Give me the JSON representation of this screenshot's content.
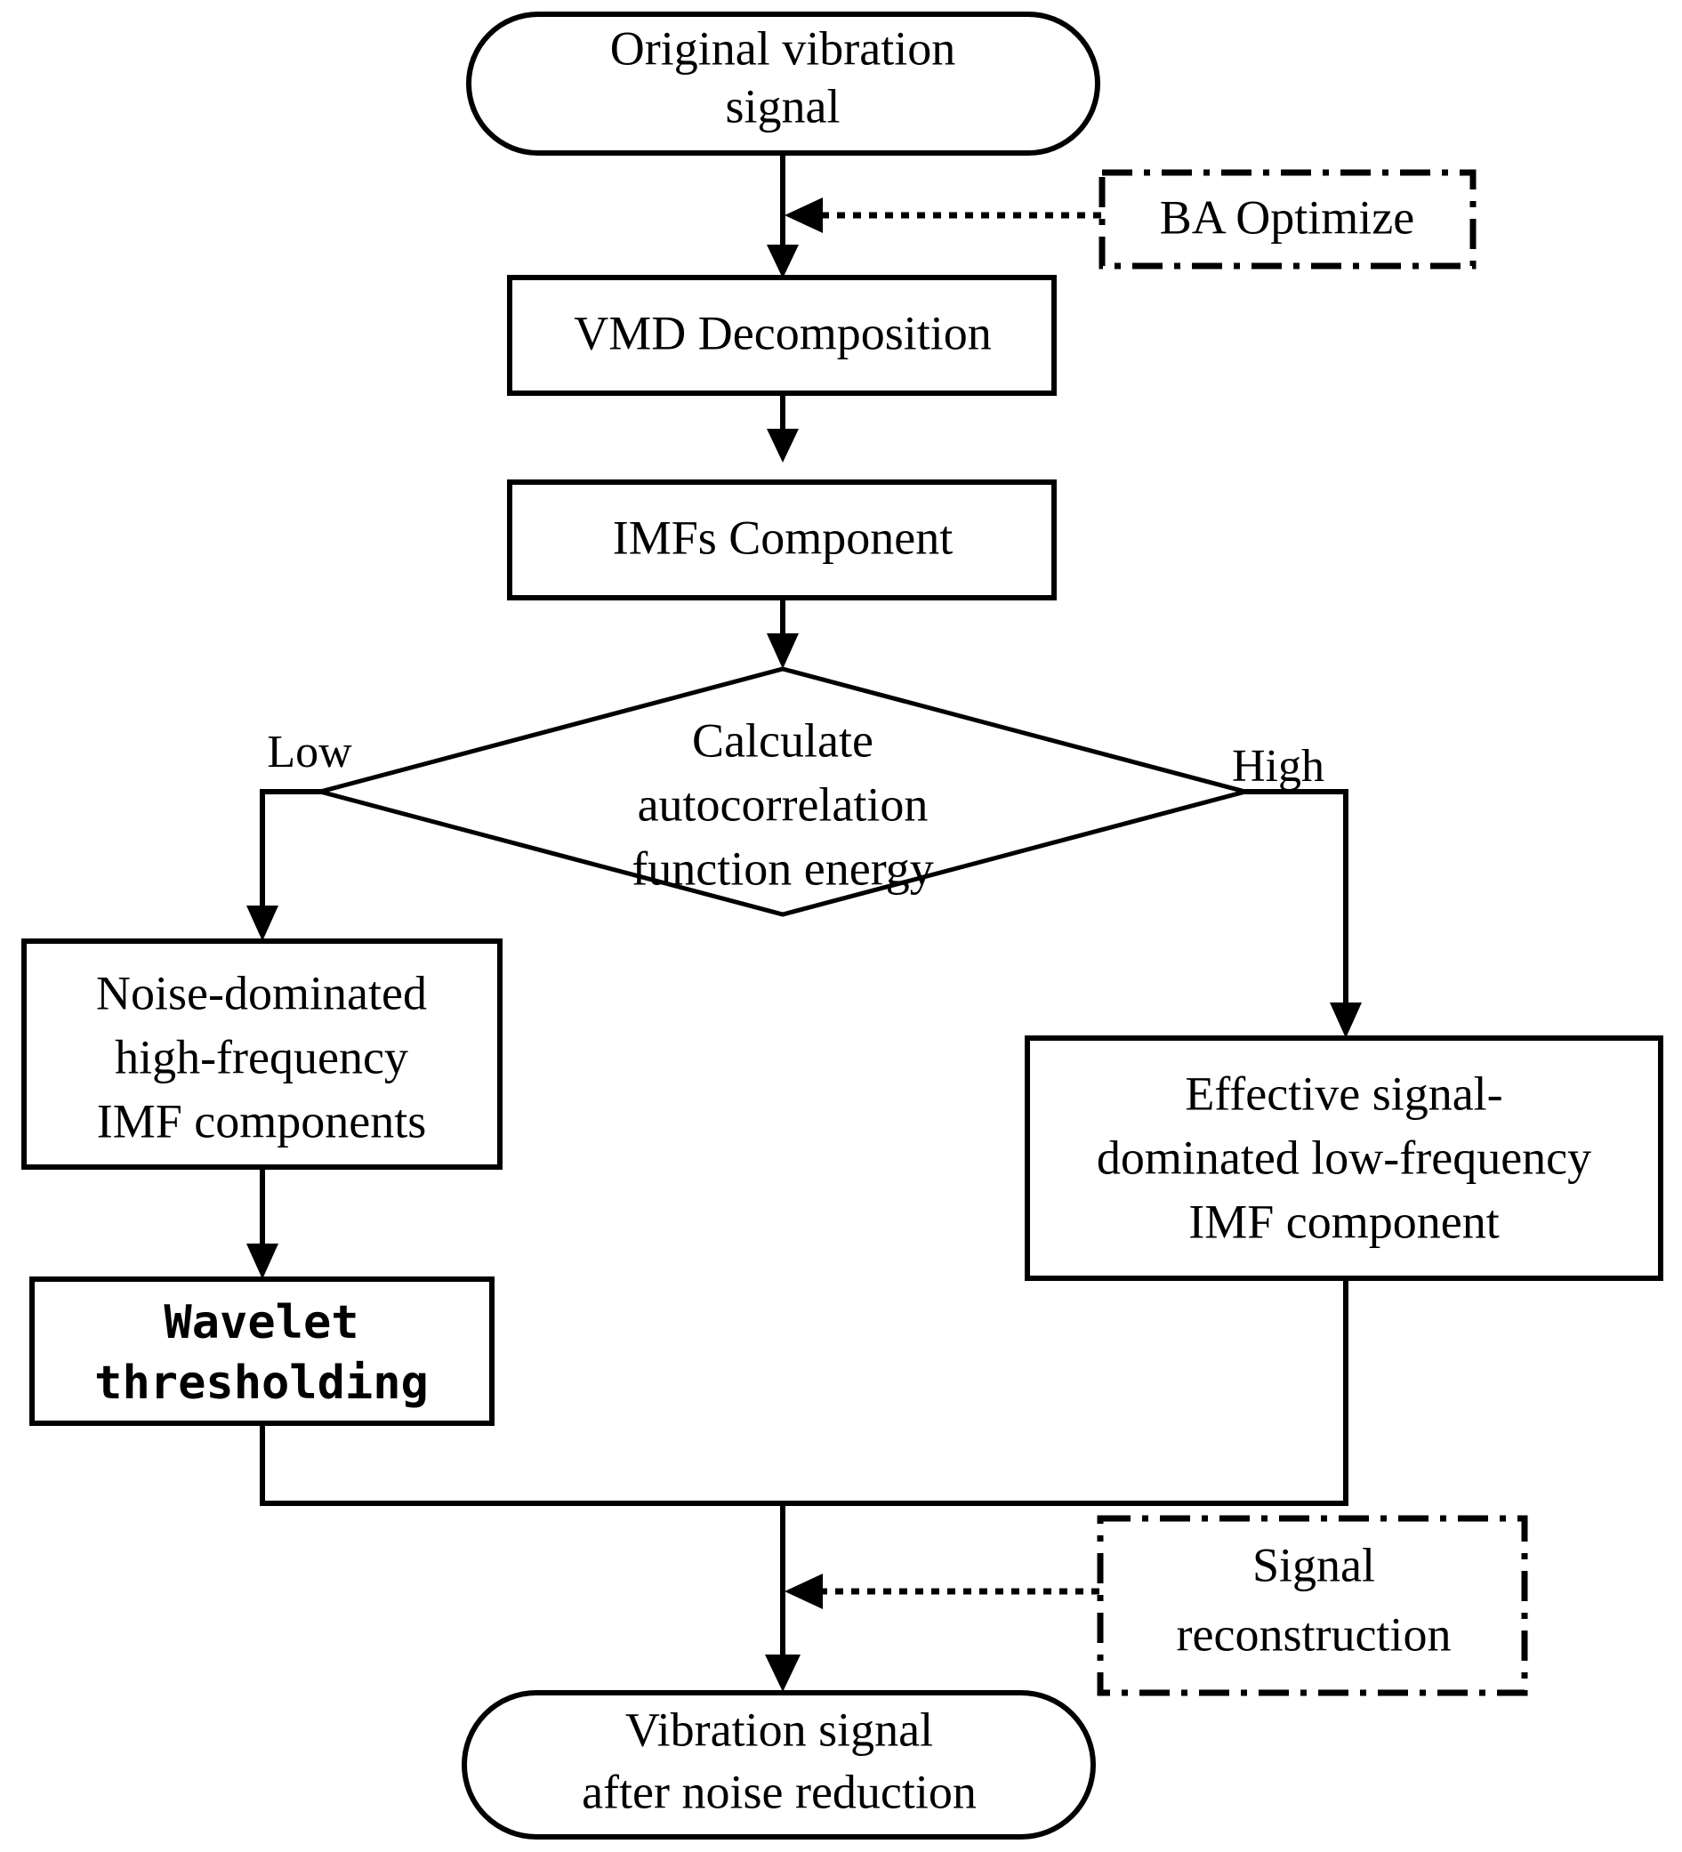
{
  "diagram": {
    "title": "VMD-Wavelet vibration signal denoising flowchart",
    "nodes": {
      "start": {
        "shape": "rounded-terminal",
        "line1": "Original vibration",
        "line2": "signal"
      },
      "ba_optimize": {
        "shape": "dash-dot-box",
        "label": "BA Optimize"
      },
      "vmd": {
        "shape": "rectangle",
        "label": "VMD Decomposition"
      },
      "imfs": {
        "shape": "rectangle",
        "label": "IMFs Component"
      },
      "decision": {
        "shape": "diamond",
        "line1": "Calculate",
        "line2": "autocorrelation",
        "line3": "function energy"
      },
      "noise_box": {
        "shape": "rectangle",
        "line1": "Noise-dominated",
        "line2": "high-frequency",
        "line3": "IMF components"
      },
      "wavelet": {
        "shape": "rectangle",
        "line1": "Wavelet",
        "line2": "thresholding"
      },
      "effective_box": {
        "shape": "rectangle",
        "line1": "Effective signal-",
        "line2": "dominated low-frequency",
        "line3": "IMF component"
      },
      "signal_reconstruction": {
        "shape": "dash-dot-box",
        "line1": "Signal",
        "line2": "reconstruction"
      },
      "end": {
        "shape": "rounded-terminal",
        "line1": "Vibration signal",
        "line2": "after noise reduction"
      }
    },
    "edge_labels": {
      "low": "Low",
      "high": "High"
    },
    "colors": {
      "stroke": "#000000",
      "fill": "#ffffff",
      "text": "#000000"
    }
  }
}
